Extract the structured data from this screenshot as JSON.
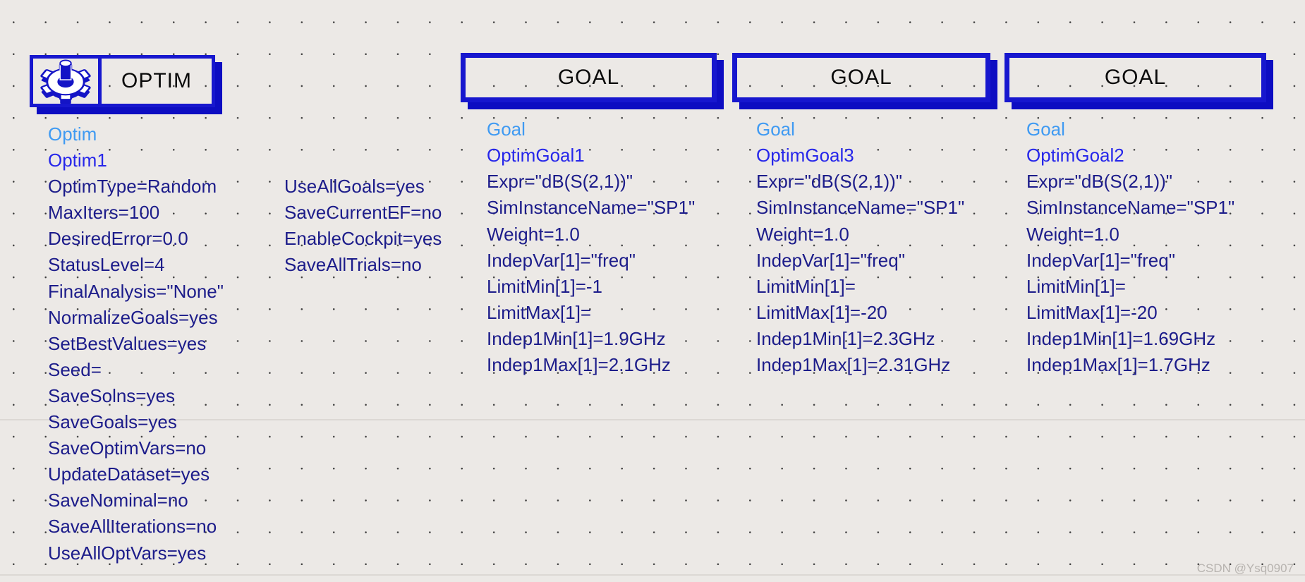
{
  "canvas": {
    "background": "#ECE9E6",
    "grid_dot_color": "#3c3c3c",
    "grid_line_color": "#dcd8d4",
    "symbol_border_color": "#1717CE",
    "symbol_shadow_color": "#0d0dc2",
    "instance_name_color": "#3F9AF2",
    "instance_id_color": "#2626EA",
    "parameter_text_color": "#1c1c8a"
  },
  "optim": {
    "title": "OPTIM",
    "icon": "gear-3d-icon",
    "params_col1": [
      "Optim",
      "Optim1",
      "OptimType=Random",
      "MaxIters=100",
      "DesiredError=0.0",
      "StatusLevel=4",
      "FinalAnalysis=\"None\"",
      "NormalizeGoals=yes",
      "SetBestValues=yes",
      "Seed=",
      "SaveSolns=yes",
      "SaveGoals=yes",
      "SaveOptimVars=no",
      "UpdateDataset=yes",
      "SaveNominal=no",
      "SaveAllIterations=no",
      "UseAllOptVars=yes"
    ],
    "params_col2": [
      "UseAllGoals=yes",
      "SaveCurrentEF=no",
      "EnableCockpit=yes",
      "SaveAllTrials=no"
    ]
  },
  "goals": [
    {
      "title": "GOAL",
      "lines": [
        "Goal",
        "OptimGoal1",
        "Expr=\"dB(S(2,1))\"",
        "SimInstanceName=\"SP1\"",
        "Weight=1.0",
        "IndepVar[1]=\"freq\"",
        "LimitMin[1]=-1",
        "LimitMax[1]=",
        "Indep1Min[1]=1.9GHz",
        "Indep1Max[1]=2.1GHz"
      ]
    },
    {
      "title": "GOAL",
      "lines": [
        "Goal",
        "OptimGoal3",
        "Expr=\"dB(S(2,1))\"",
        "SimInstanceName=\"SP1\"",
        "Weight=1.0",
        "IndepVar[1]=\"freq\"",
        "LimitMin[1]=",
        "LimitMax[1]=-20",
        "Indep1Min[1]=2.3GHz",
        "Indep1Max[1]=2.31GHz"
      ]
    },
    {
      "title": "GOAL",
      "lines": [
        "Goal",
        "OptimGoal2",
        "Expr=\"dB(S(2,1))\"",
        "SimInstanceName=\"SP1\"",
        "Weight=1.0",
        "IndepVar[1]=\"freq\"",
        "LimitMin[1]=",
        "LimitMax[1]=-20",
        "Indep1Min[1]=1.69GHz",
        "Indep1Max[1]=1.7GHz"
      ]
    }
  ],
  "watermark": "CSDN @Ysq0907"
}
